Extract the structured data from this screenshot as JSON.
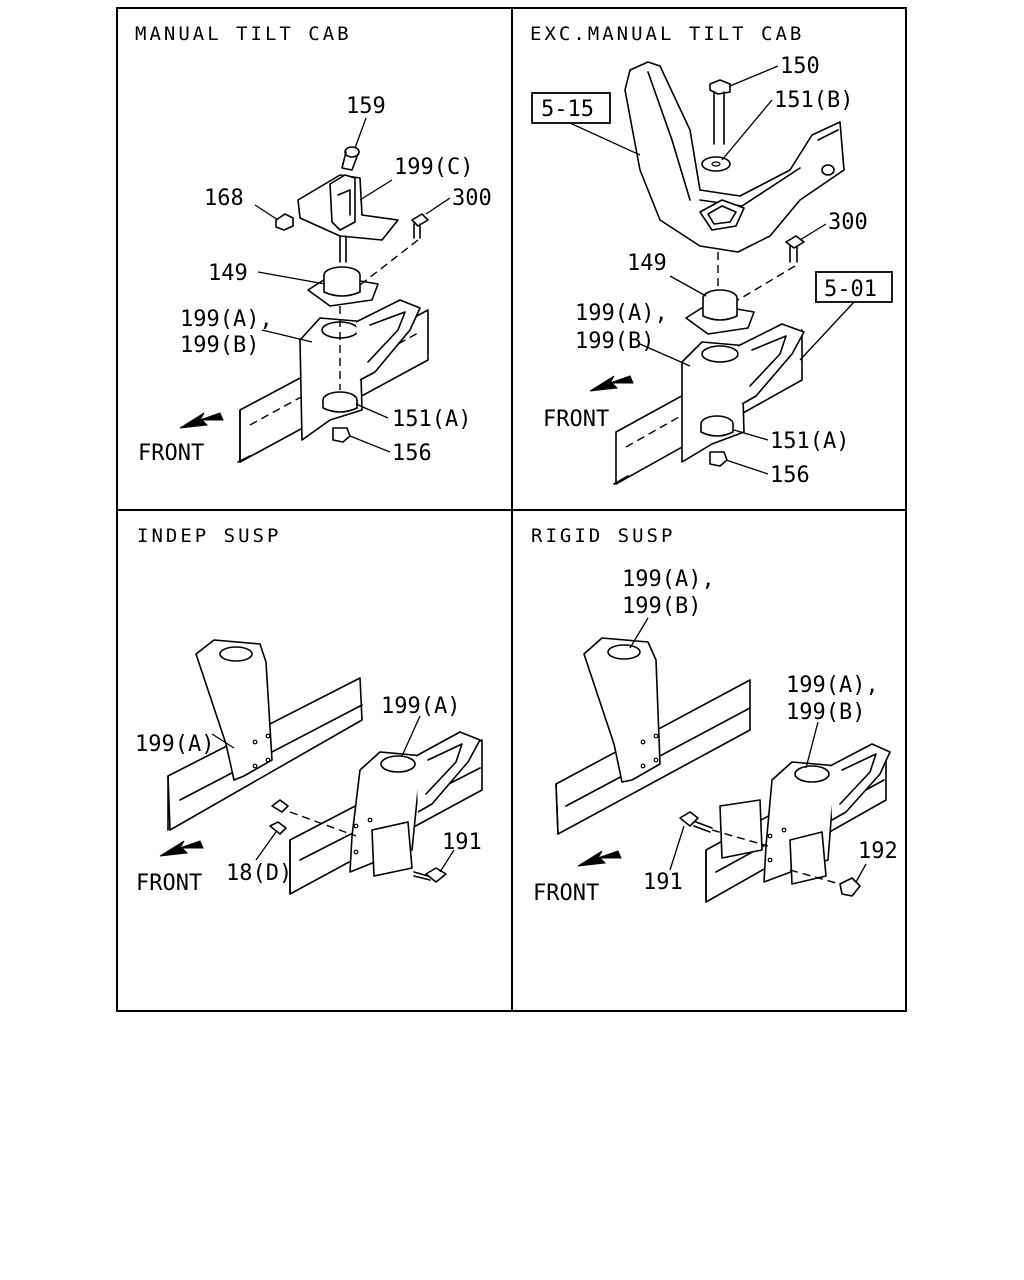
{
  "panels": {
    "manual": {
      "title": "MANUAL TILT CAB",
      "callouts": {
        "c159": "159",
        "c199c": "199(C)",
        "c168": "168",
        "c300": "300",
        "c149": "149",
        "c199a": "199(A),",
        "c199b": "199(B)",
        "c151a": "151(A)",
        "c156": "156"
      },
      "front": "FRONT"
    },
    "exc_manual": {
      "title": "EXC.MANUAL TILT CAB",
      "ref_515": "5-15",
      "ref_501": "5-01",
      "callouts": {
        "c150": "150",
        "c151b": "151(B)",
        "c300": "300",
        "c149": "149",
        "c199a": "199(A),",
        "c199b": "199(B)",
        "c151a": "151(A)",
        "c156": "156"
      },
      "front": "FRONT"
    },
    "indep": {
      "title": "INDEP SUSP",
      "callouts": {
        "c199a_left": "199(A)",
        "c199a_right": "199(A)",
        "c191": "191",
        "c18d": "18(D)"
      },
      "front": "FRONT"
    },
    "rigid": {
      "title": "RIGID SUSP",
      "callouts": {
        "c199a_top": "199(A),",
        "c199b_top": "199(B)",
        "c199a_right": "199(A),",
        "c199b_right": "199(B)",
        "c191": "191",
        "c192": "192"
      },
      "front": "FRONT"
    }
  }
}
